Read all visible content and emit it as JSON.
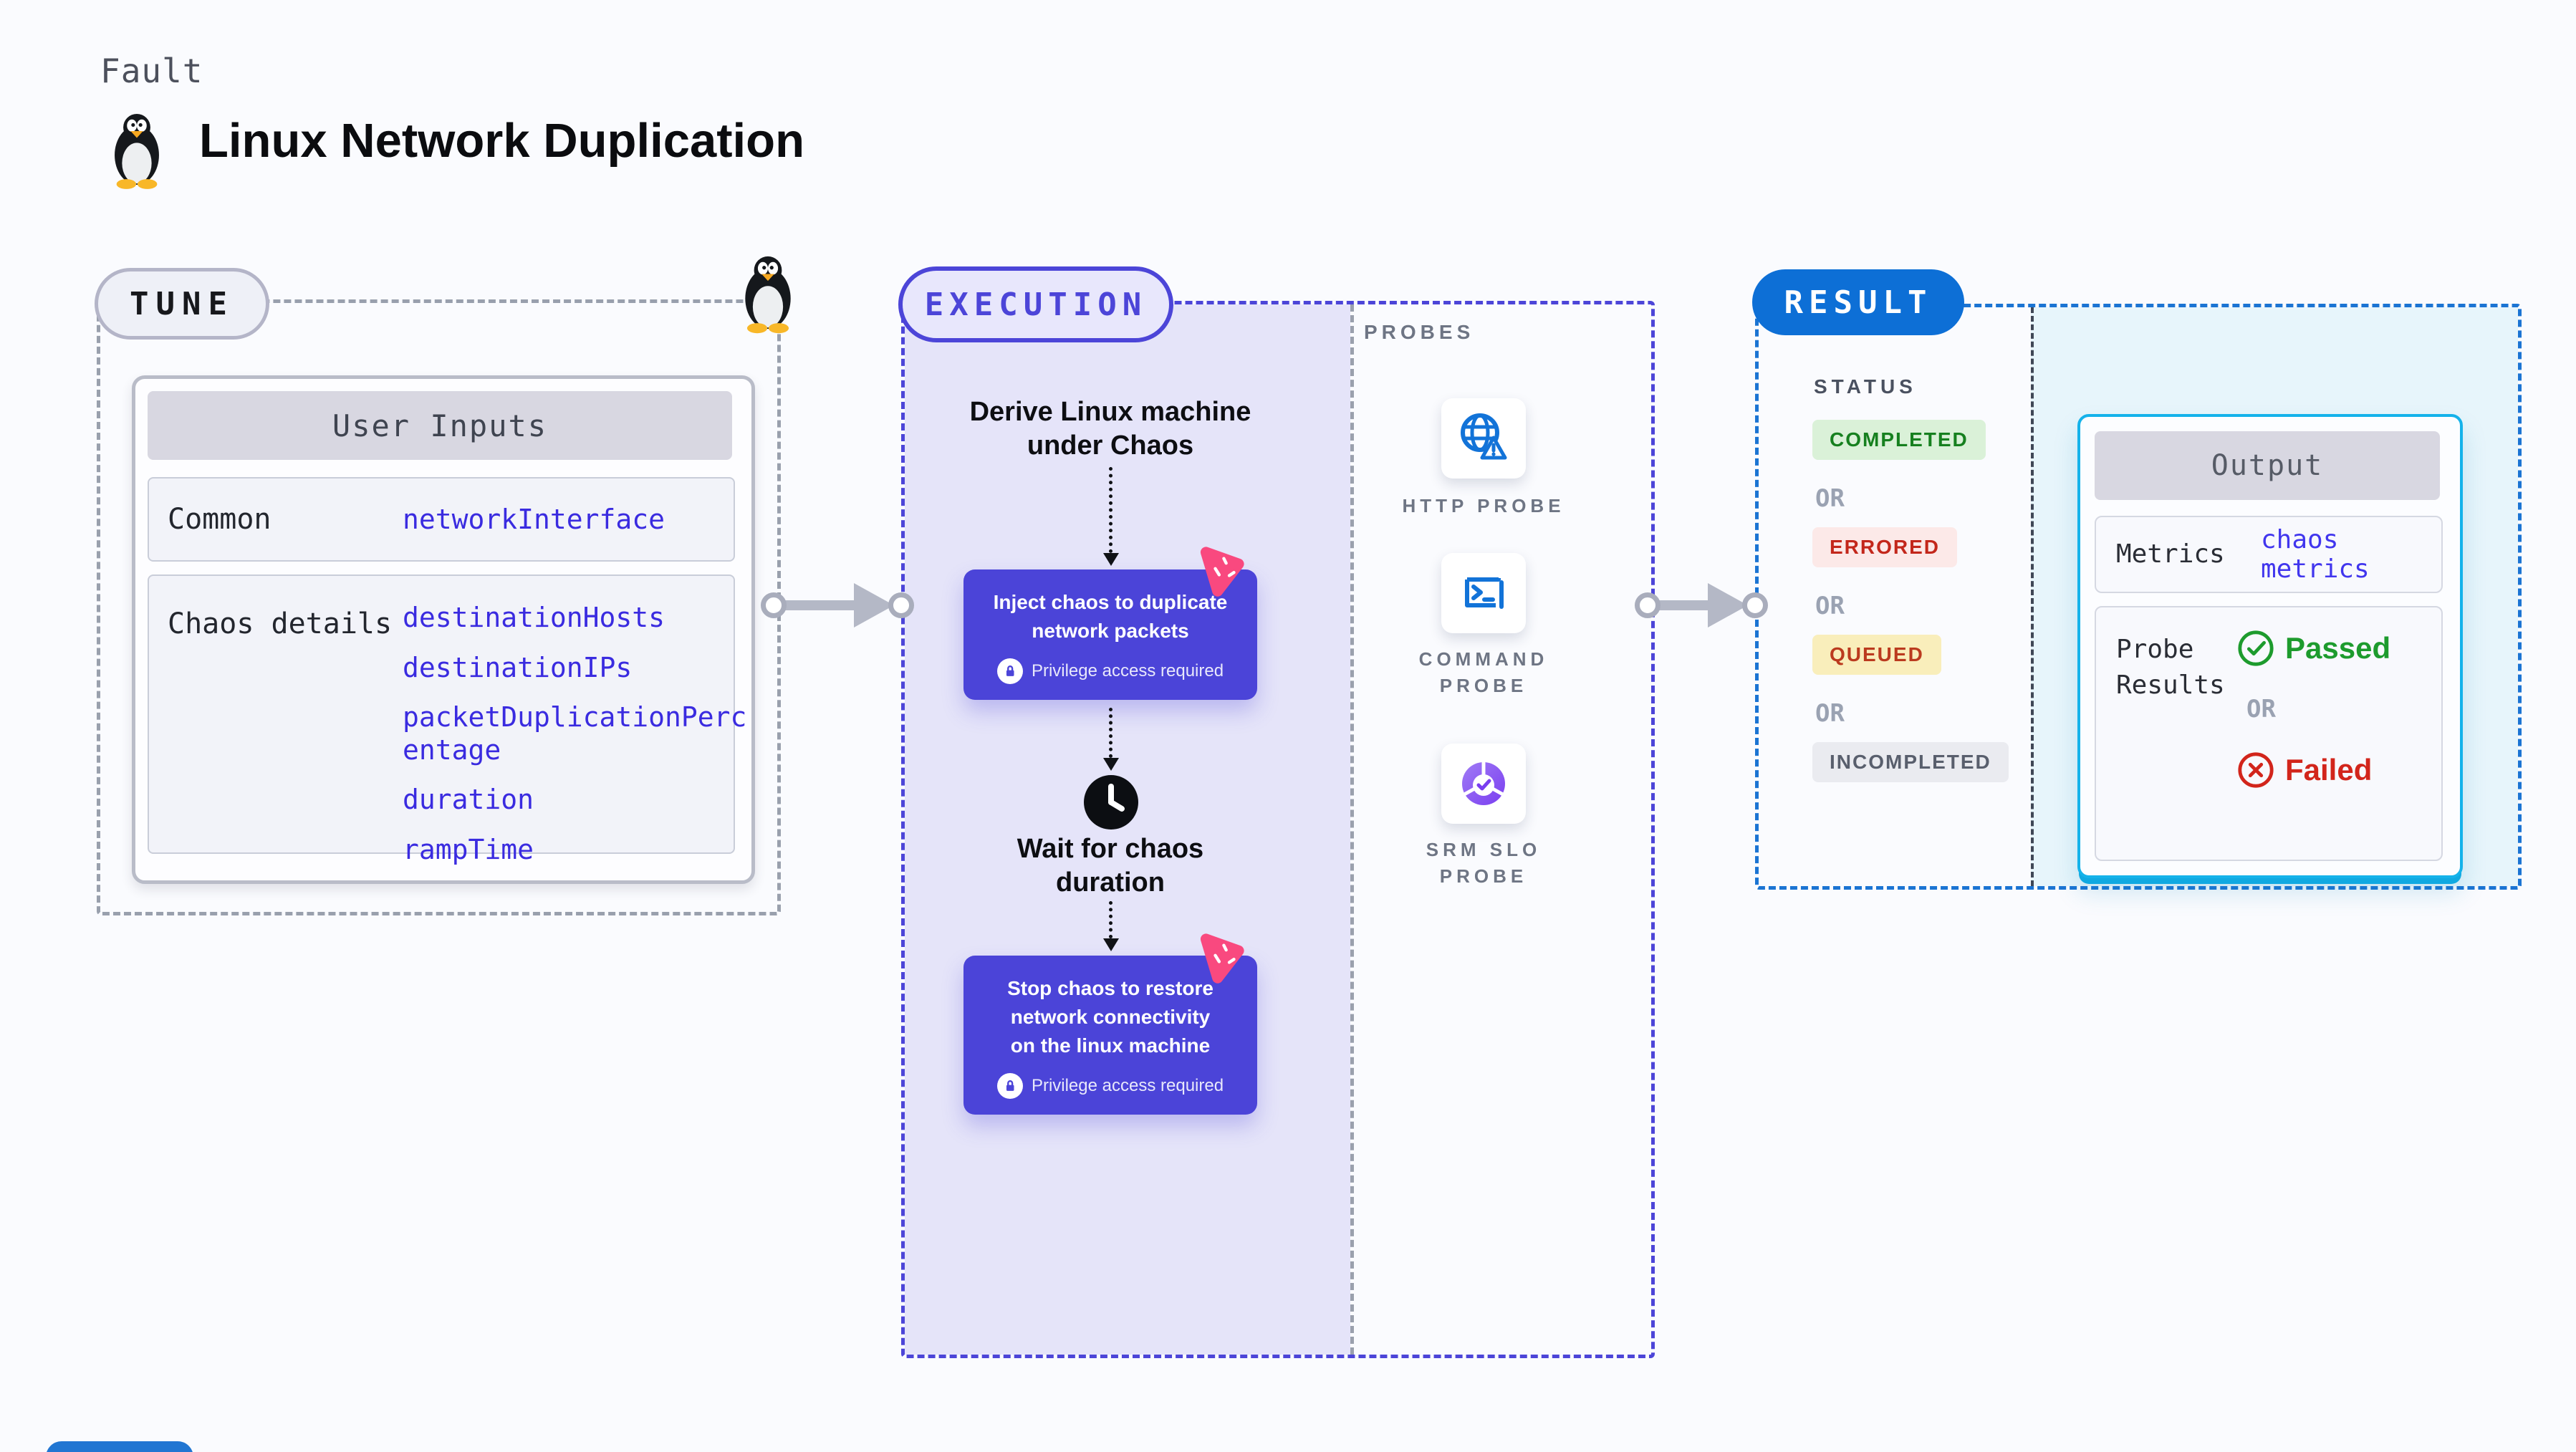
{
  "header": {
    "eyebrow": "Fault",
    "title": "Linux Network Duplication",
    "icon": "tux-penguin-icon"
  },
  "tune": {
    "badge": "TUNE",
    "corner_icon": "tux-penguin-icon",
    "user_inputs": {
      "title": "User Inputs",
      "rows": [
        {
          "label": "Common",
          "values": [
            "networkInterface"
          ]
        },
        {
          "label": "Chaos details",
          "values": [
            "destinationHosts",
            "destinationIPs",
            "packetDuplicationPercentage",
            "duration",
            "rampTime"
          ]
        }
      ]
    }
  },
  "execution": {
    "badge": "EXECUTION",
    "flow": {
      "step1": "Derive Linux machine under Chaos",
      "inject_card": {
        "title": "Inject chaos to duplicate network packets",
        "note": "Privilege access required",
        "icon": "chaos-pink-icon"
      },
      "wait_step": "Wait for chaos duration",
      "wait_icon": "clock-icon",
      "stop_card": {
        "title": "Stop chaos to restore network connectivity on the linux machine",
        "note": "Privilege access required",
        "icon": "chaos-pink-icon"
      }
    },
    "probes": {
      "label": "PROBES",
      "items": [
        {
          "name": "HTTP PROBE",
          "icon": "http-probe-icon"
        },
        {
          "name": "COMMAND PROBE",
          "icon": "command-probe-icon"
        },
        {
          "name": "SRM SLO PROBE",
          "icon": "srm-slo-probe-icon"
        }
      ]
    }
  },
  "result": {
    "badge": "RESULT",
    "status": {
      "label": "STATUS",
      "or": "OR",
      "items": [
        {
          "text": "COMPLETED",
          "kind": "success"
        },
        {
          "text": "ERRORED",
          "kind": "error"
        },
        {
          "text": "QUEUED",
          "kind": "warning"
        },
        {
          "text": "INCOMPLETED",
          "kind": "neutral"
        }
      ]
    },
    "output": {
      "title": "Output",
      "metrics": {
        "label": "Metrics",
        "value": "chaos metrics"
      },
      "probe_results": {
        "label": "Probe Results",
        "passed": "Passed",
        "or": "OR",
        "failed": "Failed"
      }
    }
  },
  "colors": {
    "page_bg": "#fafbfe",
    "accent_indigo": "#4b44d8",
    "execution_fill": "#e5e4f9",
    "accent_blue": "#0d6fd6",
    "result_fill": "#e7f5fb",
    "accent_cyan": "#14b2ea",
    "value_blue": "#3a2be0",
    "success_green": "#1d9b2d",
    "error_red": "#d2251b",
    "pink_logo": "#f9497f",
    "probe_icon_blue": "#1273d8",
    "srm_purple": "#8a5cf0"
  }
}
